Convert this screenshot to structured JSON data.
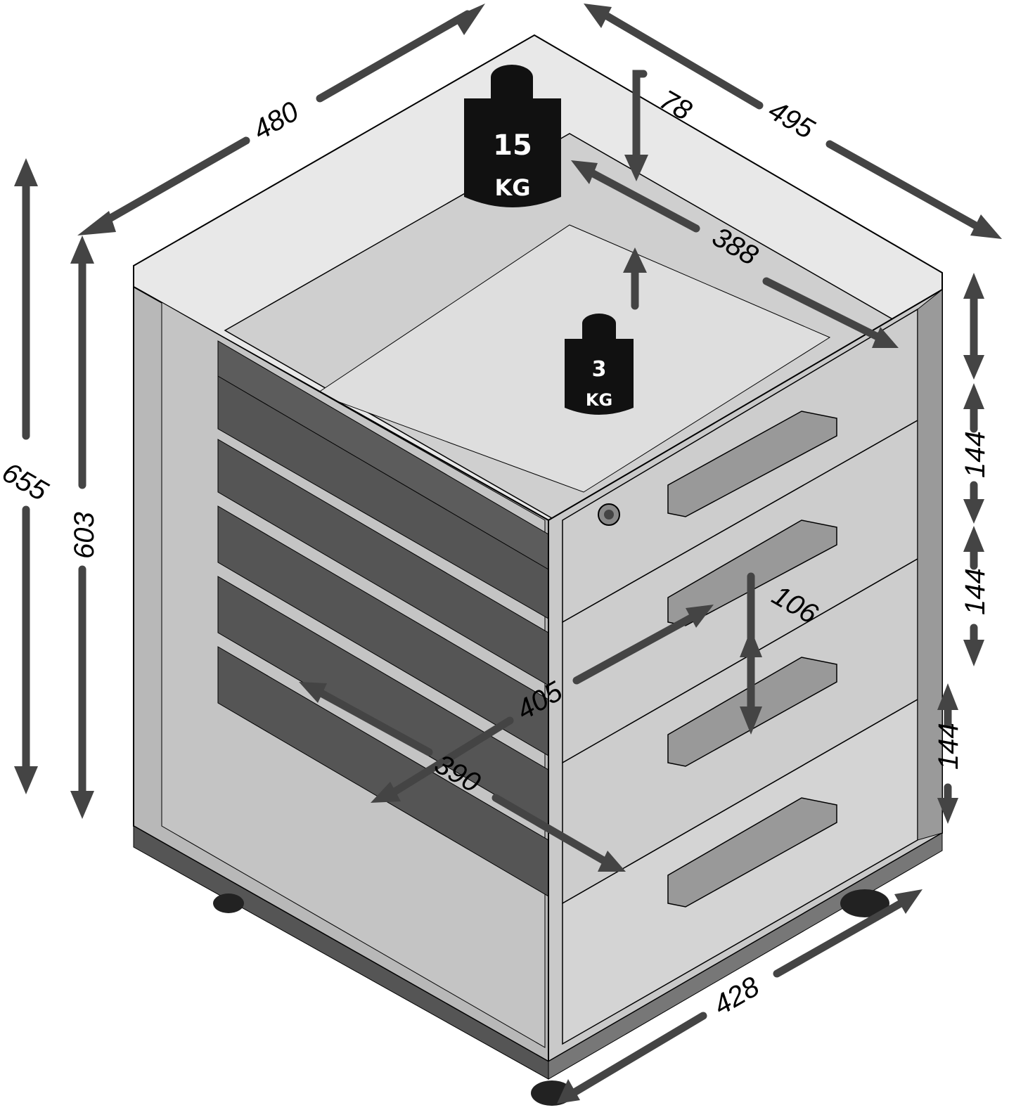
{
  "diagram": {
    "subject": "mobile drawer cabinet on casters",
    "colors": {
      "arrow": "#444444",
      "top": "#e6e6e6",
      "front": "#c8c8c8",
      "side_dark": "#5a5a5a",
      "weight": "#111111"
    },
    "weights": [
      {
        "value": "15",
        "unit": "KG",
        "location": "top surface"
      },
      {
        "value": "3",
        "unit": "KG",
        "location": "drawer"
      }
    ],
    "dimensions": {
      "top_width": "480",
      "top_depth": "495",
      "top_inset": "78",
      "drawer_inner_depth": "388",
      "total_height": "655",
      "body_height": "603",
      "drawer_height_1": "144",
      "drawer_height_2": "144",
      "drawer_height_3": "144",
      "handle_spacing": "106",
      "drawer_width": "405",
      "drawer_depth": "390",
      "base_width": "428"
    }
  }
}
